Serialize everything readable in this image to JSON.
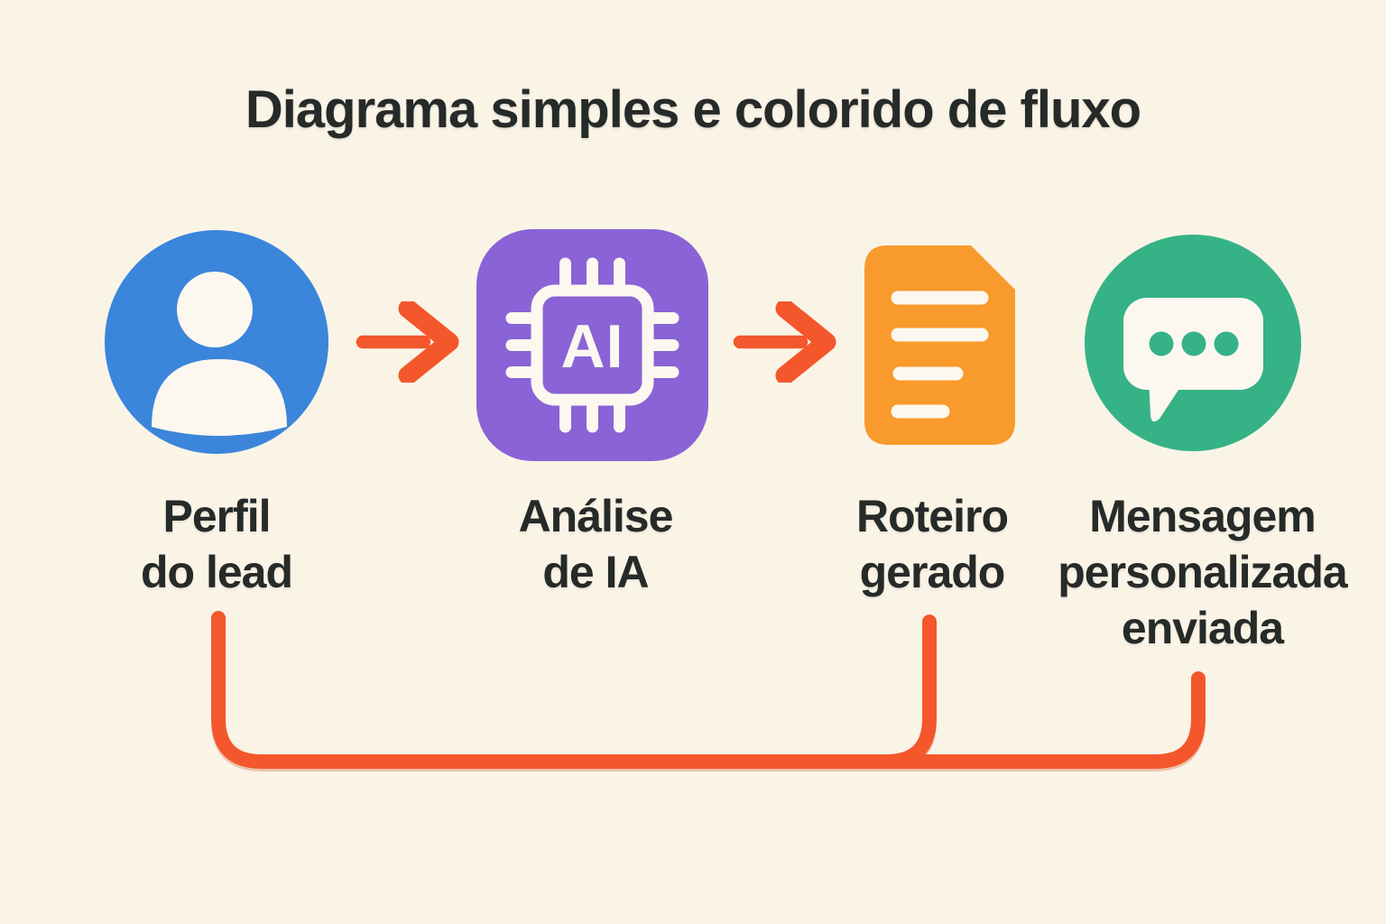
{
  "title": "Diagrama simples e colorido de fluxo",
  "colors": {
    "background": "#FAF4E7",
    "text_dark": "#262A28",
    "connector_orange": "#F4572B",
    "icon_detail_white": "#FCF8EF",
    "lead_blue": "#3B85DB",
    "ai_purple": "#8A63D6",
    "doc_orange": "#F89A2C",
    "chat_green": "#35B286"
  },
  "nodes": [
    {
      "name": "perfil-do-lead",
      "icon": "user-icon",
      "color": "#3B85DB",
      "lines": [
        "Perfil",
        "do lead"
      ]
    },
    {
      "name": "analise-de-ia",
      "icon": "ai-chip-icon",
      "color": "#8A63D6",
      "chip_label": "AI",
      "lines": [
        "Análise",
        "de IA"
      ]
    },
    {
      "name": "roteiro-gerado",
      "icon": "document-icon",
      "color": "#F89A2C",
      "lines": [
        "Roteiro",
        "gerado"
      ]
    },
    {
      "name": "mensagem-personalizada-enviada",
      "icon": "chat-bubble-icon",
      "color": "#35B286",
      "lines": [
        "Mensagem",
        "personalizada",
        "enviada"
      ]
    }
  ]
}
